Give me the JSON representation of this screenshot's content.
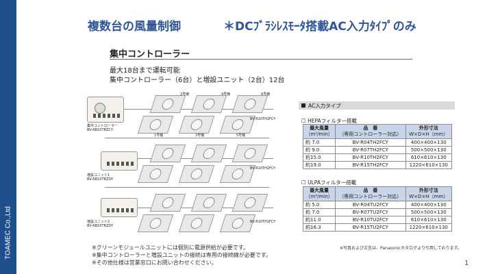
{
  "sidebar": {
    "company": "TOAMEC Co.,Ltd"
  },
  "header": {
    "title": "複数台の風量制御",
    "subtitle": "＊DCﾌﾞﾗｼﾚｽﾓｰﾀ搭載AC入力ﾀｲﾌﾟのみ"
  },
  "section": {
    "title": "集中コントローラー",
    "desc1": "最大18台まで運転可能",
    "desc2": "集中コントローラー（6台）と増設ユニット（2台）12台"
  },
  "diagram": {
    "labels": {
      "ctrl_main": "集中コントローラー\nBV-RB10TRZCY",
      "ctrl_ext1": "増設ユニット1\nBV-RB10TRZDY",
      "ctrl_ext2": "増設ユニット2\nBV-RB10TRZDY",
      "unit_model": "BV-R10TH2FCY",
      "n1": "1号機",
      "n2": "2号機",
      "n3": "3号機",
      "n4": "4号機",
      "n5": "5号機",
      "n6": "6号機"
    }
  },
  "ac_section": {
    "label": "AC入力タイプ"
  },
  "hepa": {
    "caption": "☐ HEPAフィルター搭載",
    "headers": {
      "col1": "最大風量",
      "col1_sub": "（m³/min）",
      "col2": "品　番",
      "col2_sub": "（専用コントローラー対応）",
      "col3": "外形寸法",
      "col3_sub": "W×D×H（mm）"
    },
    "rows": [
      {
        "flow": "約 7.0",
        "model": "BV-R04TH2FCY",
        "dim": "400×400×130"
      },
      {
        "flow": "約 9.0",
        "model": "BV-R07TH2FCY",
        "dim": "500×500×130"
      },
      {
        "flow": "約15.0",
        "model": "BV-R10TH2FCY",
        "dim": "610×610×130"
      },
      {
        "flow": "約19.0",
        "model": "BV-R15TH2FCY",
        "dim": "1220×610×130"
      }
    ]
  },
  "ulpa": {
    "caption": "☐ ULPAフィルター搭載",
    "headers": {
      "col1": "最大風量",
      "col1_sub": "（m³/min）",
      "col2": "品　番",
      "col2_sub": "（専用コントローラー対応）",
      "col3": "外形寸法",
      "col3_sub": "W×D×H（mm）"
    },
    "rows": [
      {
        "flow": "約 5.0",
        "model": "BV-R04TU2FCY",
        "dim": "400×400×130"
      },
      {
        "flow": "約 7.0",
        "model": "BV-R07TU2FCY",
        "dim": "500×500×130"
      },
      {
        "flow": "約11.0",
        "model": "BV-R10TU2FCY",
        "dim": "610×610×130"
      },
      {
        "flow": "約16.3",
        "model": "BV-R15TU2FCY",
        "dim": "1220×610×130"
      }
    ]
  },
  "photo_note": "※写真および文言は、Panasonicカタログより引用しております。",
  "notes": [
    "※クリーンモジュールユニットには個別に電源供給が必要です。",
    "※集中コントローラーと増設ユニットの接続は専用の接続線が必要です。",
    "※その他仕様は営業窓口にお問い合わせください。"
  ],
  "page_number": "1"
}
